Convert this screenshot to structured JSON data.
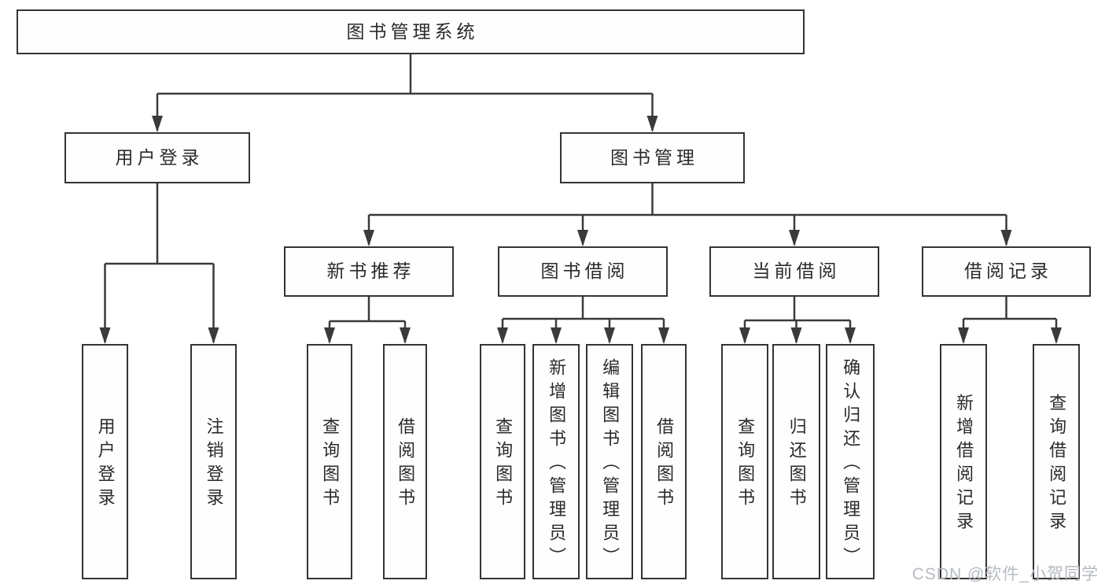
{
  "title": "图书管理系统",
  "tree": {
    "label": "图书管理系统",
    "children": [
      {
        "label": "用户登录",
        "children": [
          {
            "label": "用户登录"
          },
          {
            "label": "注销登录"
          }
        ]
      },
      {
        "label": "图书管理",
        "children": [
          {
            "label": "新书推荐",
            "children": [
              {
                "label": "查询图书"
              },
              {
                "label": "借阅图书"
              }
            ]
          },
          {
            "label": "图书借阅",
            "children": [
              {
                "label": "查询图书"
              },
              {
                "label": "新增图书（管理员）"
              },
              {
                "label": "编辑图书（管理员）"
              },
              {
                "label": "借阅图书"
              }
            ]
          },
          {
            "label": "当前借阅",
            "children": [
              {
                "label": "查询图书"
              },
              {
                "label": "归还图书"
              },
              {
                "label": "确认归还（管理员）"
              }
            ]
          },
          {
            "label": "借阅记录",
            "children": [
              {
                "label": "新增借阅记录"
              },
              {
                "label": "查询借阅记录"
              }
            ]
          }
        ]
      }
    ]
  },
  "watermark": "CSDN @软件_小贺同学",
  "colors": {
    "background": "#ffffff",
    "line": "#3a3a3a",
    "box_border": "#343434",
    "text": "#2a2a2a",
    "watermark": "#b5bac1"
  }
}
